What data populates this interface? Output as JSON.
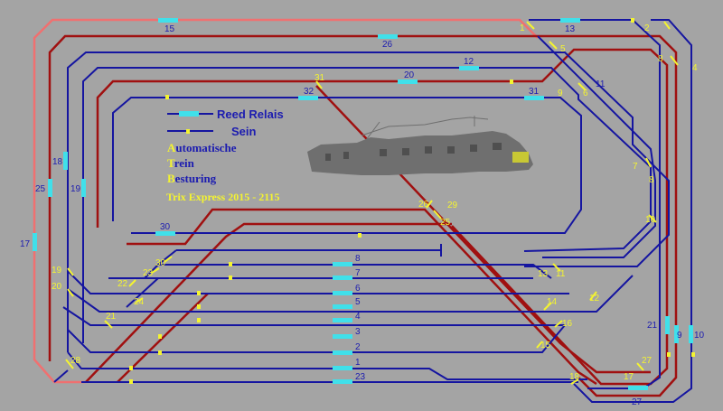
{
  "legend": {
    "reed_relais": "Reed Relais",
    "sein": "Sein"
  },
  "title_lines": [
    {
      "initial": "A",
      "rest": "utomatische"
    },
    {
      "initial": "T",
      "rest": "rein"
    },
    {
      "initial": "B",
      "rest": "esturing"
    }
  ],
  "subtitle": "Trix Express 2015 - 2115",
  "colors": {
    "background": "#a4a4a4",
    "track_blue": "#1515a0",
    "track_red": "#a01010",
    "track_salmon": "#f07070",
    "reed_relais": "#40e0ea",
    "sein": "#f4f430"
  },
  "reed_labels": {
    "r1": "1",
    "r2": "2",
    "r3": "3",
    "r4": "4",
    "r5": "5",
    "r6": "6",
    "r7": "7",
    "r8": "8",
    "r9": "9",
    "r10": "10",
    "r11": "11",
    "r12": "12",
    "r13": "13",
    "r15": "15",
    "r17": "17",
    "r18": "18",
    "r19": "19",
    "r20": "20",
    "r21": "21",
    "r23": "23",
    "r25": "25",
    "r26": "26",
    "r27": "27",
    "r30": "30",
    "r31": "31",
    "r32": "32"
  },
  "switch_labels": {
    "w1": "1",
    "w2": "2",
    "w4": "4",
    "w5": "5",
    "w6": "6",
    "w7": "7",
    "w8": "8",
    "w9": "9",
    "w10": "10",
    "w11a": "11",
    "w11b": "11",
    "w12": "12",
    "w13": "13",
    "w14": "14",
    "w15": "15",
    "w16": "16",
    "w17": "17",
    "w18": "18",
    "w19": "19",
    "w20": "20",
    "w21": "21",
    "w22": "22",
    "w23": "23",
    "w24": "24",
    "w25": "25",
    "w26": "26",
    "w27": "27",
    "w28": "28",
    "w29": "29",
    "w30": "30",
    "w31": "31",
    "w8b": "8"
  }
}
